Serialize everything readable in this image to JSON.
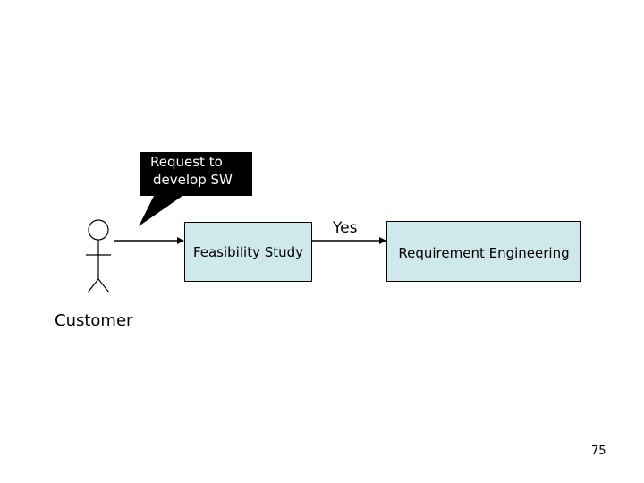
{
  "callout": {
    "line1": "Request to",
    "line2": "develop SW"
  },
  "actor": {
    "label": "Customer"
  },
  "nodes": {
    "feasibility": "Feasibility Study",
    "requirement": "Requirement Engineering"
  },
  "edges": {
    "yes_label": "Yes"
  },
  "colors": {
    "process_fill": "#cfe8ec",
    "callout_fill": "#000000",
    "line": "#000000"
  },
  "page": {
    "number": "75"
  }
}
